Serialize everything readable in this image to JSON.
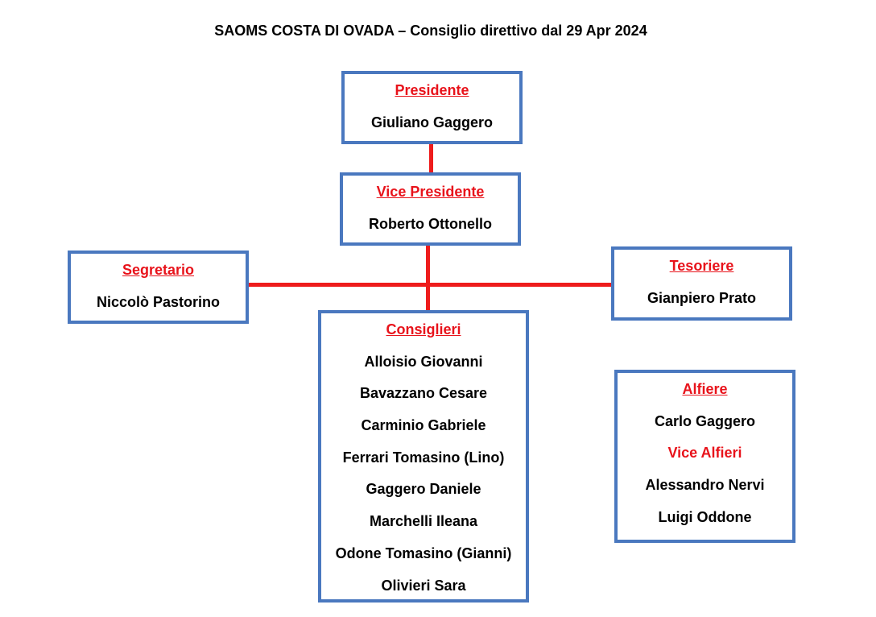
{
  "title": "SAOMS COSTA DI OVADA – Consiglio direttivo dal 29 Apr 2024",
  "colors": {
    "border": "#4a78bf",
    "role": "#e8131b",
    "connector": "#ee1c1c"
  },
  "presidente": {
    "role": "Presidente",
    "name": "Giuliano Gaggero"
  },
  "vice_presidente": {
    "role": "Vice Presidente",
    "name": "Roberto Ottonello"
  },
  "segretario": {
    "role": "Segretario",
    "name": "Niccolò Pastorino"
  },
  "tesoriere": {
    "role": "Tesoriere",
    "name": "Gianpiero Prato"
  },
  "consiglieri": {
    "role": "Consiglieri",
    "members": [
      "Alloisio Giovanni",
      "Bavazzano Cesare",
      "Carminio Gabriele",
      "Ferrari Tomasino (Lino)",
      "Gaggero Daniele",
      "Marchelli Ileana",
      "Odone Tomasino (Gianni)",
      "Olivieri Sara"
    ]
  },
  "alfiere": {
    "role": "Alfiere",
    "name": "Carlo Gaggero",
    "vice_role": "Vice Alfieri",
    "vice_names": [
      "Alessandro Nervi",
      "Luigi Oddone"
    ]
  }
}
